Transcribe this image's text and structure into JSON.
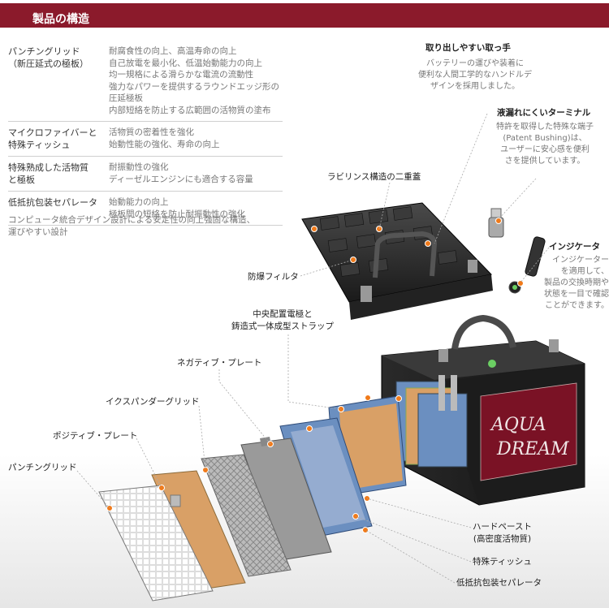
{
  "header": {
    "title": "製品の構造"
  },
  "features": [
    {
      "name": "パンチングリッド\n（新圧延式の極板）",
      "desc": "耐腐食性の向上、高温寿命の向上\n自己放電を最小化、低温始動能力の向上\n均一規格による滑らかな電流の流動性\n強力なパワーを提供するラウンドエッジ形の圧延極板\n内部短絡を防止する広範囲の活物質の塗布"
    },
    {
      "name": "マイクロファイバーと\n特殊ティッシュ",
      "desc": "活物質の密着性を強化\n始動性能の強化、寿命の向上"
    },
    {
      "name": "特殊熟成した活物質\nと極板",
      "desc": "耐振動性の強化\nディーゼルエンジンにも適合する容量"
    },
    {
      "name": "低抵抗包装セパレータ",
      "desc": "始動能力の向上\n極板間の短絡を防止耐振動性の強化"
    }
  ],
  "summary": "コンピュータ統合デザイン設計による安定性の向上強固な構造、\n運びやすい設計",
  "callouts": {
    "handle_title": "取り出しやすい取っ手",
    "handle_desc": "バッテリーの運びや装着に\n便利な人間工学的なハンドルデ\nザインを採用しました。",
    "terminal_title": "液漏れにくいターミナル",
    "terminal_desc": "特許を取得した特殊な端子\n(Patent Bushing)は、\nユーザーに安心感を便利\nさを提供しています。",
    "indicator_title": "インジケータ",
    "indicator_desc": "インジケーター\nを適用して、\n製品の交換時期や\n状態を一目で確認\nことができます。",
    "labyrinth": "ラビリンス構造の二重蓋",
    "explosion_filter": "防爆フィルタ",
    "center_electrode": "中央配置電極と\n鋳造式一体成型ストラップ",
    "negative_plate": "ネガティブ・プレート",
    "expander_grid": "イクスパンダーグリッド",
    "positive_plate": "ポジティブ・プレート",
    "punching_grid": "パンチングリッド",
    "hard_paste": "ハードペースト\n(高密度活物質)",
    "special_tissue": "特殊ティッシュ",
    "separator": "低抵抗包装セパレータ"
  },
  "battery_brand": {
    "line1": "AQUA",
    "line2": "DREAM"
  },
  "colors": {
    "header": "#8b1a2b",
    "marker": "#f07a1a",
    "paste": "#d9a066",
    "separator": "#6b8fc0"
  }
}
